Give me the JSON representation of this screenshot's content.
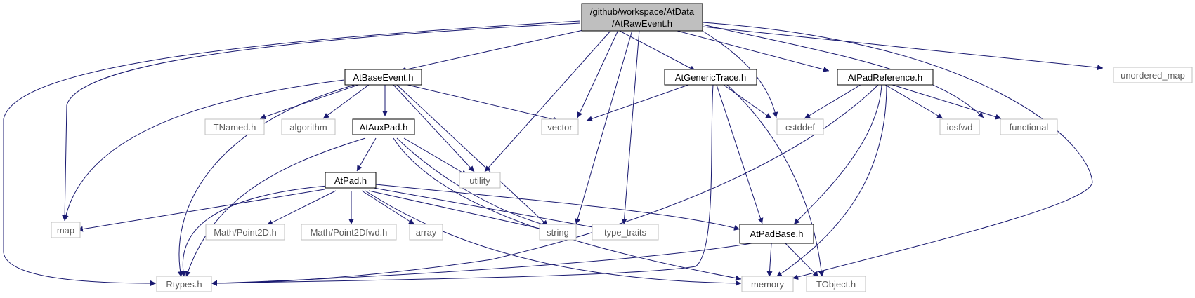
{
  "colors": {
    "edge": "#191970",
    "root_fill": "#bfbfbf",
    "local_border": "#000000",
    "system_border": "#bfbfbf"
  },
  "root": {
    "line1": "/github/workspace/AtData",
    "line2": "/AtRawEvent.h"
  },
  "nodes": {
    "atbaseevent": "AtBaseEvent.h",
    "atgenerictrace": "AtGenericTrace.h",
    "atpadreference": "AtPadReference.h",
    "unordered_map": "unordered_map",
    "tnamed": "TNamed.h",
    "algorithm": "algorithm",
    "ataixpad": "AtAuxPad.h",
    "vector": "vector",
    "cstddef": "cstddef",
    "iosfwd": "iosfwd",
    "functional": "functional",
    "utility": "utility",
    "atpad": "AtPad.h",
    "map": "map",
    "point2d": "Math/Point2D.h",
    "point2dfwd": "Math/Point2Dfwd.h",
    "array": "array",
    "string": "string",
    "type_traits": "type_traits",
    "atpadbase": "AtPadBase.h",
    "rtypes": "Rtypes.h",
    "memory": "memory",
    "tobject": "TObject.h"
  }
}
